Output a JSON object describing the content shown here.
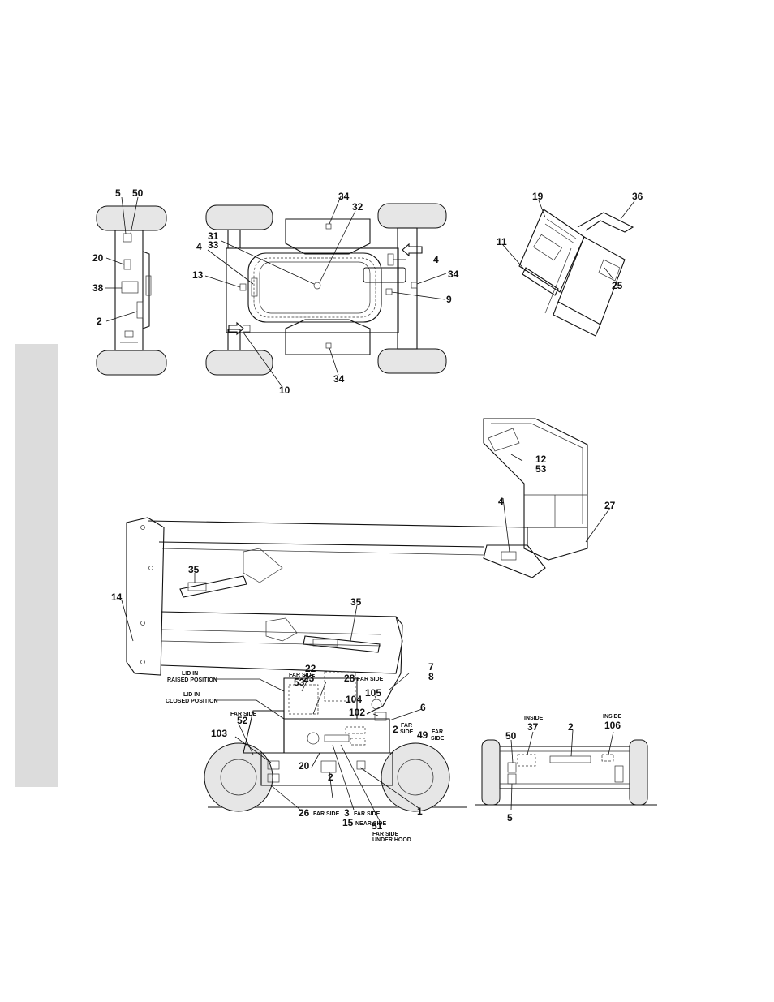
{
  "labels": {
    "top_left": {
      "n5": "5",
      "n50": "50",
      "n20": "20",
      "n38": "38",
      "n2": "2"
    },
    "top_middle": {
      "n34a": "34",
      "n32": "32",
      "n31": "31",
      "n33": "33",
      "n4a": "4",
      "n4b": "4",
      "n13": "13",
      "n34b": "34",
      "n9": "9",
      "n10": "10",
      "n34c": "34"
    },
    "top_right": {
      "n19": "19",
      "n36": "36",
      "n11": "11",
      "n25": "25"
    },
    "boom": {
      "n12": "12",
      "n53a": "53",
      "n4": "4",
      "n27": "27",
      "n35a": "35",
      "n14": "14",
      "n35b": "35"
    },
    "base": {
      "n7": "7",
      "n8": "8",
      "n22": "22",
      "n53": "53",
      "n23": "23",
      "n28": "28",
      "n105": "105",
      "n104": "104",
      "n6": "6",
      "n102": "102",
      "n2a": "2",
      "n49": "49",
      "n52": "52",
      "n103": "103",
      "n20": "20",
      "n2b": "2",
      "n1": "1",
      "n26": "26",
      "n3": "3",
      "n15": "15",
      "n51": "51",
      "lid_raised_1": "LID IN",
      "lid_raised_2": "RAISED POSITION",
      "lid_closed_1": "LID IN",
      "lid_closed_2": "CLOSED POSITION",
      "far_side": "FAR SIDE",
      "far": "FAR",
      "side": "SIDE",
      "near_side": "NEAR SIDE",
      "under_hood": "UNDER HOOD"
    },
    "rear": {
      "inside": "INSIDE",
      "n37": "37",
      "n2": "2",
      "n106": "106",
      "n50": "50",
      "n5": "5"
    }
  }
}
